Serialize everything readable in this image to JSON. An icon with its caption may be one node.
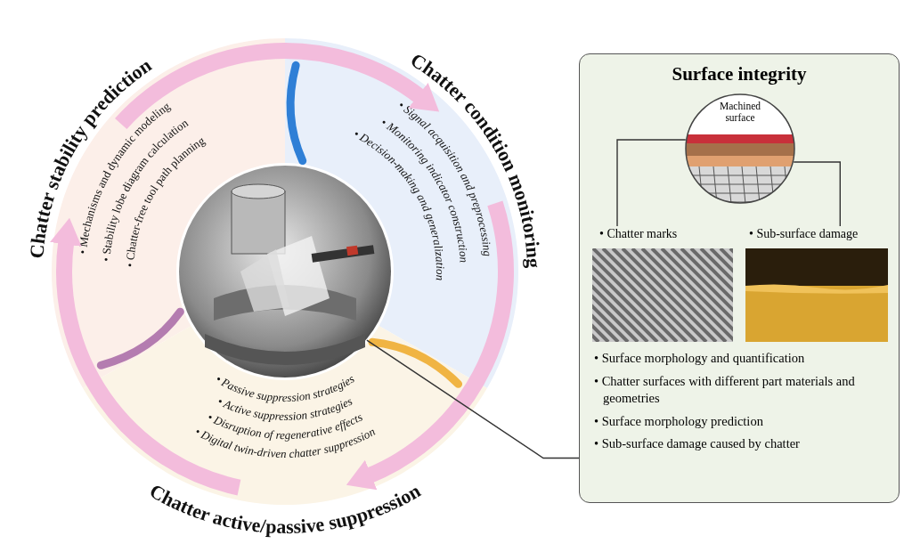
{
  "diagram": {
    "nodes": [
      {
        "text": [
          "Chatter stability prediction",
          "• Mechanisms and dynamic modeling",
          "• Stability lobe diagram calculation",
          "• Chatter-free tool path planning"
        ]
      },
      {
        "text": [
          "Chatter condition monitoring",
          "• Signal acquisition and preprocessing",
          "• Monitoring indicator construction",
          "• Decision-making and generalization"
        ]
      },
      {
        "text": [
          "Chatter active/passive suppression",
          "• Passive suppression strategies",
          "• Active suppression strategies",
          "• Disruption of regenerative effects",
          "• Digital twin-driven chatter suppression"
        ]
      },
      {
        "text": [],
        "shape": "picture"
      },
      {
        "text": [
          "Surface integrity",
          "• Surface morphology and quantification",
          "• Chatter surfaces with different part materials and geometries",
          "• Surface morphology prediction",
          "• Sub-surface damage caused by chatter"
        ]
      },
      {
        "text": [
          "Machined surface"
        ],
        "in": 4
      },
      {
        "text": [
          "• Chatter marks"
        ],
        "in": 4
      },
      {
        "text": [
          "• Sub-surface damage"
        ],
        "in": 4
      }
    ],
    "edges": [
      {
        "from": 0,
        "to": 1,
        "arrow": "to",
        "style": "thick",
        "color": "#f3bcdc"
      },
      {
        "from": 1,
        "to": 2,
        "arrow": "to",
        "style": "thick",
        "color": "#f3bcdc"
      },
      {
        "from": 2,
        "to": 0,
        "arrow": "to",
        "style": "thick",
        "color": "#f3bcdc"
      },
      {
        "from": 3,
        "to": 4,
        "arrow": "none",
        "color": "#333333"
      },
      {
        "from": 5,
        "to": 6,
        "arrow": "none",
        "color": "#333333"
      },
      {
        "from": 5,
        "to": 7,
        "arrow": "none",
        "color": "#333333"
      }
    ]
  }
}
